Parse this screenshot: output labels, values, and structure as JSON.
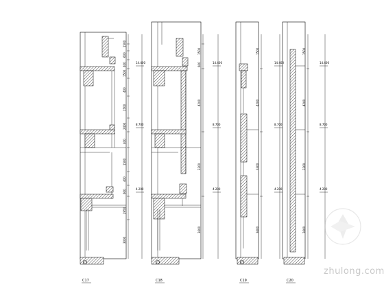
{
  "watermark": {
    "text": "zhulong.com",
    "color": "#c9c9c9"
  },
  "details": [
    {
      "id": "d17",
      "tag": "C17",
      "elevations": [
        "14.400",
        "8.700",
        "4.200"
      ],
      "dims": [
        "1500",
        "600",
        "400",
        "1500",
        "400",
        "1500",
        "2400",
        "400",
        "1500",
        "400",
        "600",
        "2950",
        "3000"
      ]
    },
    {
      "id": "d18",
      "tag": "C18",
      "elevations": [
        "14.400",
        "8.700",
        "4.200"
      ],
      "dims": [
        "1500",
        "600",
        "4200",
        "3300",
        "3600"
      ]
    },
    {
      "id": "d19",
      "tag": "C19",
      "elevations": [
        "14.400",
        "8.700",
        "4.200"
      ],
      "dims": [
        "1500",
        "4200",
        "3300",
        "3600"
      ]
    },
    {
      "id": "d20",
      "tag": "C20",
      "elevations": [
        "14.400",
        "8.700",
        "4.200"
      ],
      "dims": [
        "1500",
        "4200",
        "3300",
        "3600"
      ]
    }
  ]
}
